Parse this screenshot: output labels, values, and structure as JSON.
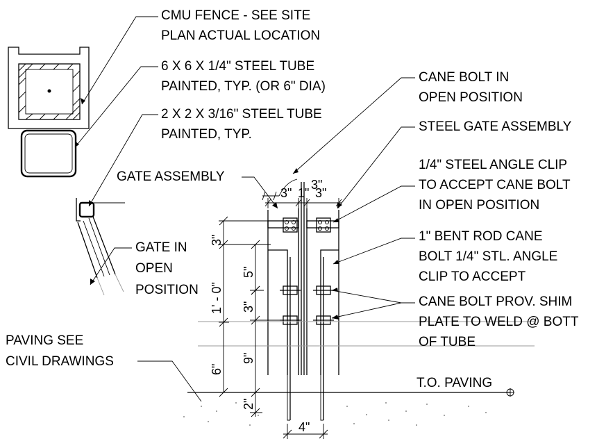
{
  "notes": {
    "cmu_fence": [
      "CMU FENCE - SEE SITE",
      "PLAN ACTUAL LOCATION"
    ],
    "steel_tube_6x6": [
      "6 X 6 X 1/4\" STEEL TUBE",
      "PAINTED, TYP. (OR 6\" DIA)"
    ],
    "steel_tube_2x2": [
      "2 X 2 X 3/16\" STEEL TUBE",
      "PAINTED, TYP."
    ],
    "gate_assembly": "GATE ASSEMBLY",
    "gate_open": [
      "GATE IN",
      "OPEN",
      "POSITION"
    ],
    "paving": [
      "PAVING SEE",
      "CIVIL DRAWINGS"
    ],
    "cane_bolt_open": [
      "CANE BOLT IN",
      "OPEN POSITION"
    ],
    "steel_gate_assembly": "STEEL GATE ASSEMBLY",
    "angle_clip": [
      "1/4\" STEEL ANGLE CLIP",
      "TO ACCEPT CANE BOLT",
      "IN OPEN POSITION"
    ],
    "bent_rod": [
      "1\" BENT ROD CANE",
      "BOLT 1/4\" STL. ANGLE",
      "CLIP TO ACCEPT"
    ],
    "shim_plate": [
      "CANE BOLT PROV. SHIM",
      "PLATE TO WELD @ BOTT",
      "OF TUBE"
    ],
    "to_paving": "T.O. PAVING"
  },
  "dimensions": {
    "top_3a": "3\"",
    "top_1": "1\"",
    "top_3b": "3\"",
    "top_3c": "3\"",
    "bottom_4": "4\"",
    "left_3": "3\"",
    "left_1_0": "1' - 0\"",
    "left_6": "6\"",
    "inner_5": "5\"",
    "inner_3": "3\"",
    "inner_9": "9\"",
    "inner_2": "2\""
  }
}
